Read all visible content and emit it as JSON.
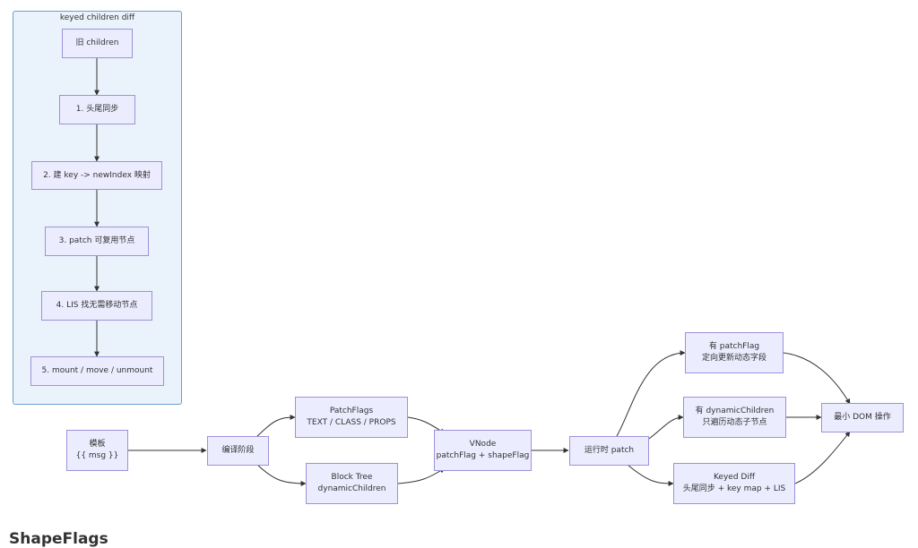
{
  "subgraph": {
    "title": "keyed children diff",
    "nodes": {
      "old_children": [
        "旧 children"
      ],
      "step1": [
        "1. 头尾同步"
      ],
      "step2": [
        "2. 建 key -> newIndex 映射"
      ],
      "step3": [
        "3. patch 可复用节点"
      ],
      "step4": [
        "4. LIS 找无需移动节点"
      ],
      "step5": [
        "5. mount / move / unmount"
      ]
    }
  },
  "main": {
    "nodes": {
      "template": [
        "模板",
        "{{ msg }}"
      ],
      "compile": [
        "编译阶段"
      ],
      "patchflags": [
        "PatchFlags",
        "TEXT / CLASS / PROPS"
      ],
      "blocktree": [
        "Block Tree",
        "dynamicChildren"
      ],
      "vnode": [
        "VNode",
        "patchFlag + shapeFlag"
      ],
      "runtime_patch": [
        "运行时 patch"
      ],
      "has_patchflag": [
        "有 patchFlag",
        "定向更新动态字段"
      ],
      "has_dynamic_children": [
        "有 dynamicChildren",
        "只遍历动态子节点"
      ],
      "keyed_diff": [
        "Keyed Diff",
        "头尾同步 + key map + LIS"
      ],
      "min_dom": [
        "最小 DOM 操作"
      ]
    }
  },
  "footer": {
    "title": "ShapeFlags"
  }
}
